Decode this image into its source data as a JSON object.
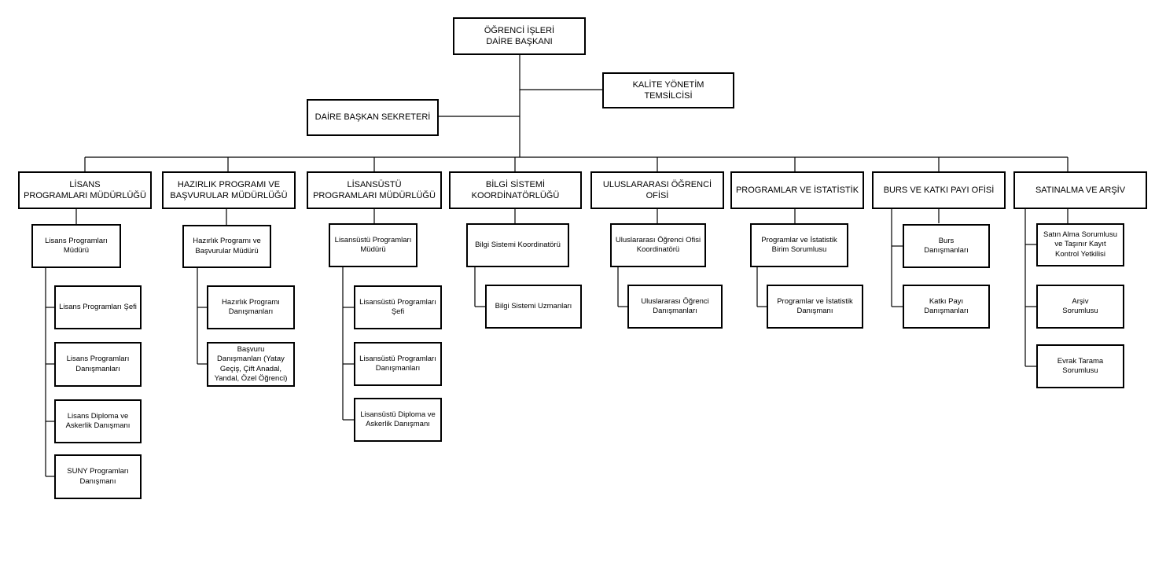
{
  "chart": {
    "director": "ÖĞRENCİ İŞLERİ\nDAİRE BAŞKANI",
    "quality_rep": "KALİTE YÖNETİM\nTEMSİLCİSİ",
    "secretary": "DAİRE BAŞKAN SEKRETERİ",
    "departments": [
      {
        "title": "LİSANS\nPROGRAMLARI MÜDÜRLÜĞÜ",
        "manager": "Lisans Programları\nMüdürü",
        "staff": [
          "Lisans Programları Şefi",
          "Lisans Programları\nDanışmanları",
          "Lisans Diploma ve\nAskerlik Danışmanı",
          "SUNY Programları\nDanışmanı"
        ]
      },
      {
        "title": "HAZIRLIK PROGRAMI VE\nBAŞVURULAR MÜDÜRLÜĞÜ",
        "manager": "Hazırlık Programı ve\nBaşvurular Müdürü",
        "staff": [
          "Hazırlık Programı\nDanışmanları",
          "Başvuru\nDanışmanları (Yatay\nGeçiş, Çift Anadal,\nYandal, Özel Öğrenci)"
        ]
      },
      {
        "title": "LİSANSÜSTÜ\nPROGRAMLARI MÜDÜRLÜĞÜ",
        "manager": "Lisansüstü Programları\nMüdürü",
        "staff": [
          "Lisansüstü Programları\nŞefi",
          "Lisansüstü Programları\nDanışmanları",
          "Lisansüstü Diploma ve\nAskerlik Danışmanı"
        ]
      },
      {
        "title": "BİLGİ SİSTEMİ\nKOORDİNATÖRLÜĞÜ",
        "manager": "Bilgi Sistemi Koordinatörü",
        "staff": [
          "Bilgi Sistemi Uzmanları"
        ]
      },
      {
        "title": "ULUSLARARASI ÖĞRENCİ OFİSİ",
        "manager": "Uluslararası Öğrenci Ofisi\nKoordinatörü",
        "staff": [
          "Uluslararası Öğrenci\nDanışmanları"
        ]
      },
      {
        "title": "PROGRAMLAR VE İSTATİSTİK",
        "manager": "Programlar ve İstatistik\nBirim Sorumlusu",
        "staff": [
          "Programlar ve İstatistik\nDanışmanı"
        ]
      },
      {
        "title": "BURS VE KATKI PAYI OFİSİ",
        "manager": "",
        "staff": [
          "Burs\nDanışmanları",
          "Katkı Payı\nDanışmanları"
        ]
      },
      {
        "title": "SATINALMA VE ARŞİV",
        "manager": "",
        "staff": [
          "Satın Alma Sorumlusu\nve Taşınır Kayıt\nKontrol Yetkilisi",
          "Arşiv\nSorumlusu",
          "Evrak Tarama\nSorumlusu"
        ]
      }
    ]
  }
}
